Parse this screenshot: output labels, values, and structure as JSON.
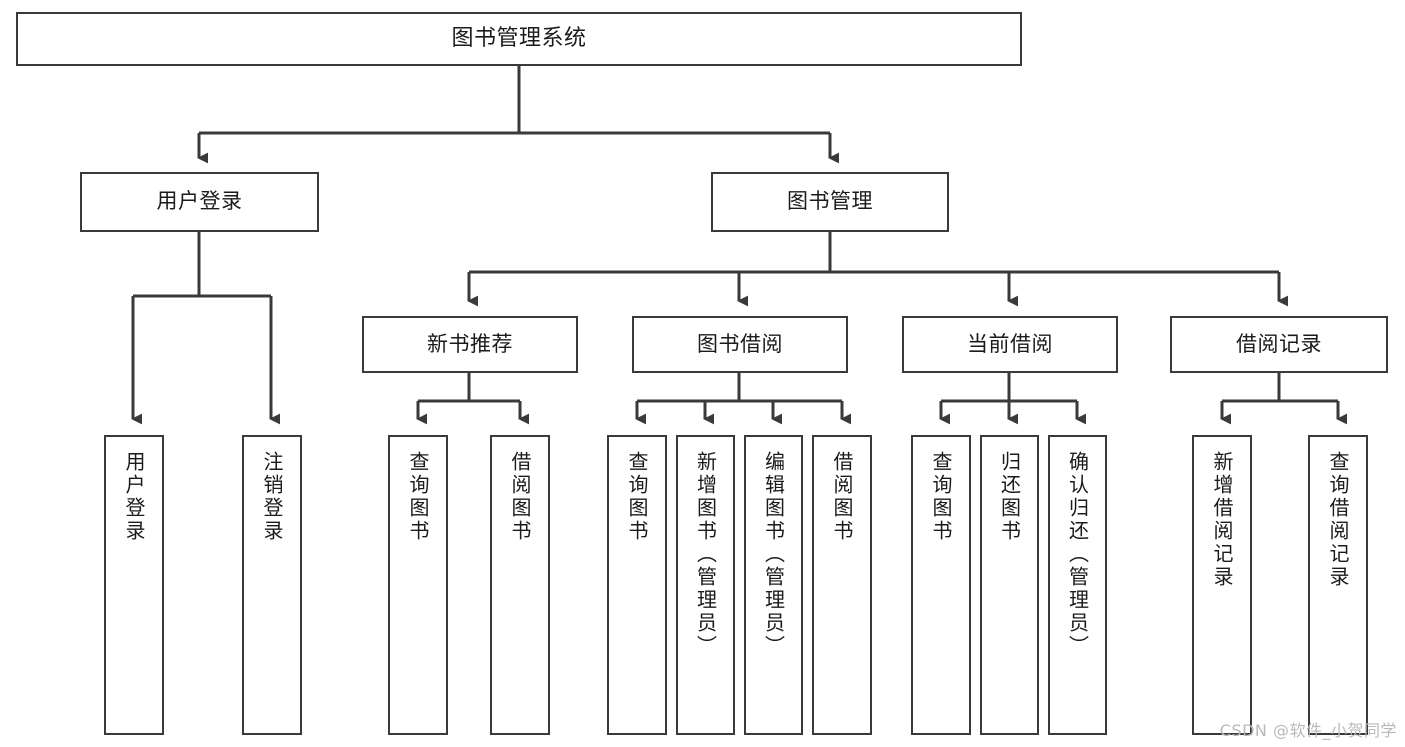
{
  "diagram": {
    "title": "图书管理系统",
    "type": "tree-hierarchy-chart",
    "colors": {
      "box_border": "#3a3a3a",
      "box_fill": "#ffffff",
      "connector": "#3a3a3a",
      "text": "#1b1b1b",
      "watermark": "#b9b9b9"
    },
    "root": {
      "label": "图书管理系统"
    },
    "level2": [
      {
        "id": "user-login",
        "label": "用户登录"
      },
      {
        "id": "book-manage",
        "label": "图书管理"
      }
    ],
    "level3": [
      {
        "id": "new-book-recommend",
        "label": "新书推荐"
      },
      {
        "id": "book-borrow",
        "label": "图书借阅"
      },
      {
        "id": "current-borrow",
        "label": "当前借阅"
      },
      {
        "id": "borrow-record",
        "label": "借阅记录"
      }
    ],
    "leaves": {
      "user_login": [
        {
          "id": "leaf-user-login",
          "label": "用户登录"
        },
        {
          "id": "leaf-logout-login",
          "label": "注销登录"
        }
      ],
      "new_book_recommend": [
        {
          "id": "leaf-query-book-1",
          "label": "查询图书"
        },
        {
          "id": "leaf-borrow-book-1",
          "label": "借阅图书"
        }
      ],
      "book_borrow": [
        {
          "id": "leaf-query-book-2",
          "label": "查询图书"
        },
        {
          "id": "leaf-add-book",
          "label": "新增图书（管理员）"
        },
        {
          "id": "leaf-edit-book",
          "label": "编辑图书（管理员）"
        },
        {
          "id": "leaf-borrow-book-2",
          "label": "借阅图书"
        }
      ],
      "current_borrow": [
        {
          "id": "leaf-query-book-3",
          "label": "查询图书"
        },
        {
          "id": "leaf-return-book",
          "label": "归还图书"
        },
        {
          "id": "leaf-confirm-return",
          "label": "确认归还（管理员）"
        }
      ],
      "borrow_record": [
        {
          "id": "leaf-add-record",
          "label": "新增借阅记录"
        },
        {
          "id": "leaf-query-record",
          "label": "查询借阅记录"
        }
      ]
    }
  },
  "watermark": {
    "text": "CSDN @软件_小贺同学"
  }
}
